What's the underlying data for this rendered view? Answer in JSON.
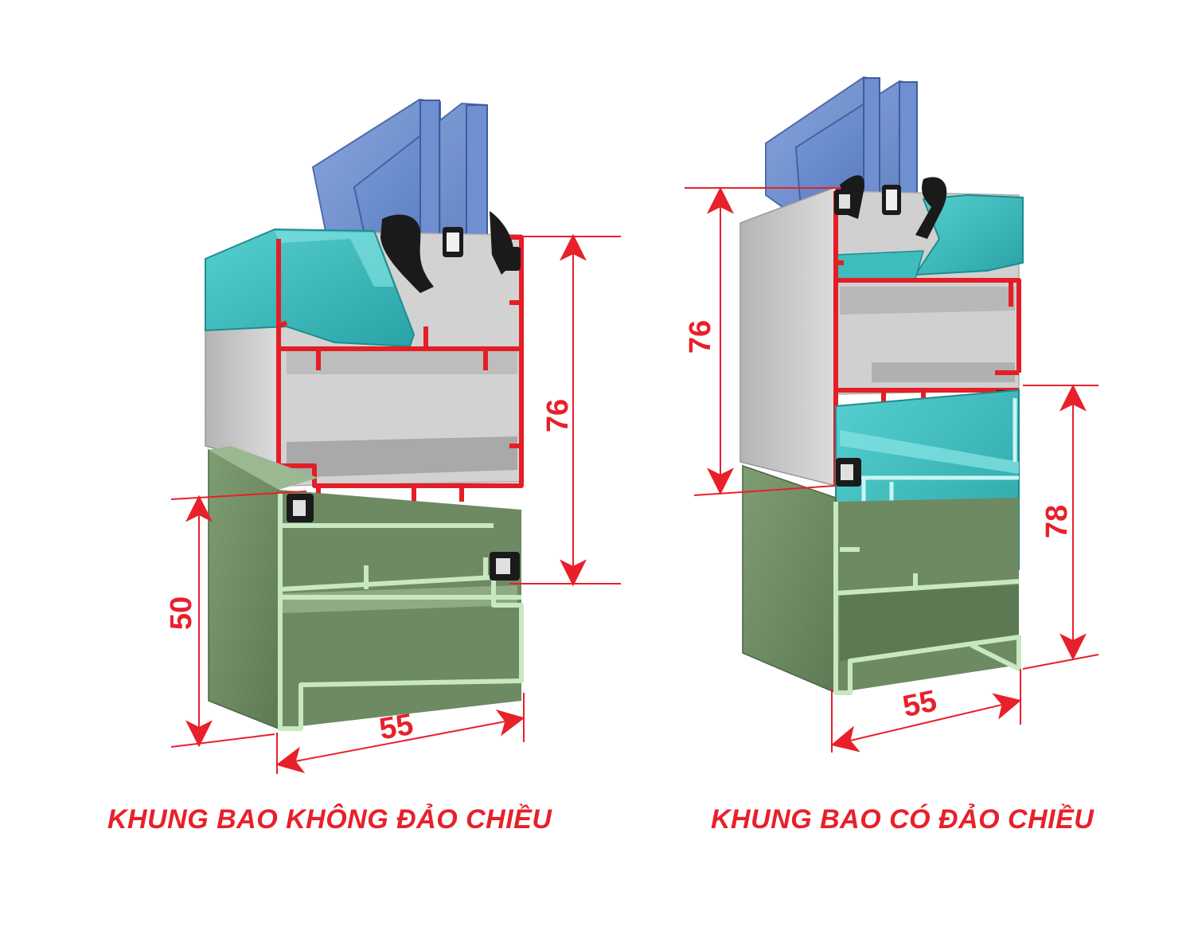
{
  "colors": {
    "dimension_red": "#e8202a",
    "glass_blue": "#5f83c9",
    "teal_profile": "#3fbcbc",
    "grey_profile": "#c9c9c9",
    "green_frame": "#7e9c72",
    "green_edge": "#c7e8c0",
    "seal_black": "#1a1a1a",
    "section_red": "#e41e26"
  },
  "left_diagram": {
    "caption": "KHUNG BAO KHÔNG ĐẢO CHIỀU",
    "sash_height_label": "76",
    "frame_height_label": "50",
    "frame_width_label": "55"
  },
  "right_diagram": {
    "caption": "KHUNG BAO CÓ ĐẢO CHIỀU",
    "sash_height_label": "76",
    "frame_height_label": "78",
    "frame_width_label": "55"
  }
}
